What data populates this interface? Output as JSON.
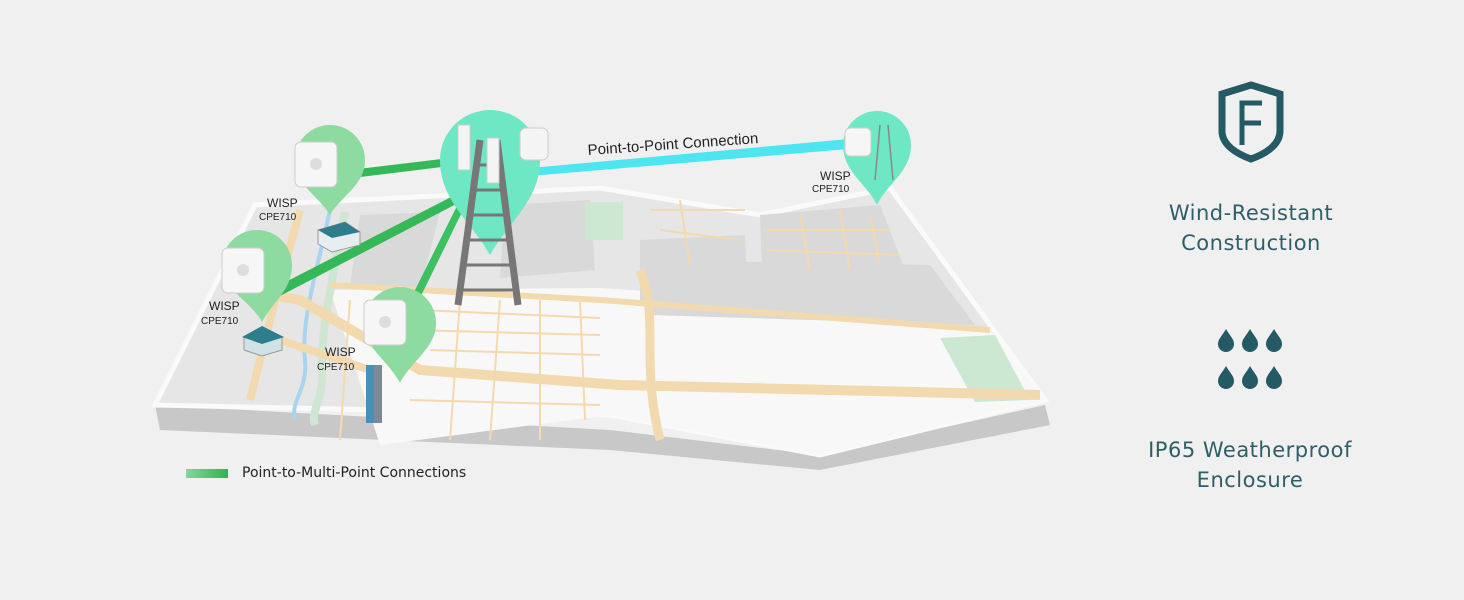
{
  "diagram": {
    "p2p_label": "Point-to-Point Connection",
    "clients": [
      {
        "role": "WISP",
        "model": "CPE710"
      },
      {
        "role": "WISP",
        "model": "CPE710"
      },
      {
        "role": "WISP",
        "model": "CPE710"
      },
      {
        "role": "WISP",
        "model": "CPE710"
      }
    ],
    "legend_label": "Point-to-Multi-Point Connections",
    "colors": {
      "pin": "#6ee8c4",
      "pin_client": "#8ddba0",
      "p2mp": "#2fb350",
      "p2p": "#4de6f0",
      "accent": "#235a63"
    }
  },
  "features": [
    {
      "icon": "shield-f-icon",
      "line1": "Wind-Resistant",
      "line2": "Construction"
    },
    {
      "icon": "water-drops-icon",
      "line1": "IP65 Weatherproof",
      "line2": "Enclosure"
    }
  ]
}
